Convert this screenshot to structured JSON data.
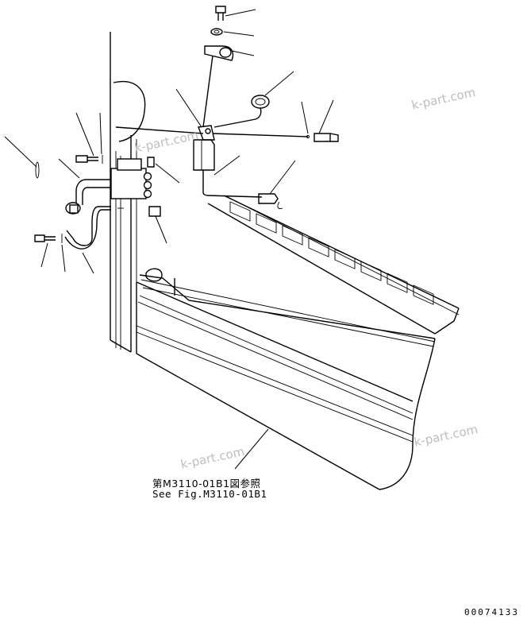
{
  "reference": {
    "japanese": "第M3110-01B1図参照",
    "english": "See Fig.M3110-01B1"
  },
  "drawing_number": "00074133",
  "watermark": "k-part.com"
}
